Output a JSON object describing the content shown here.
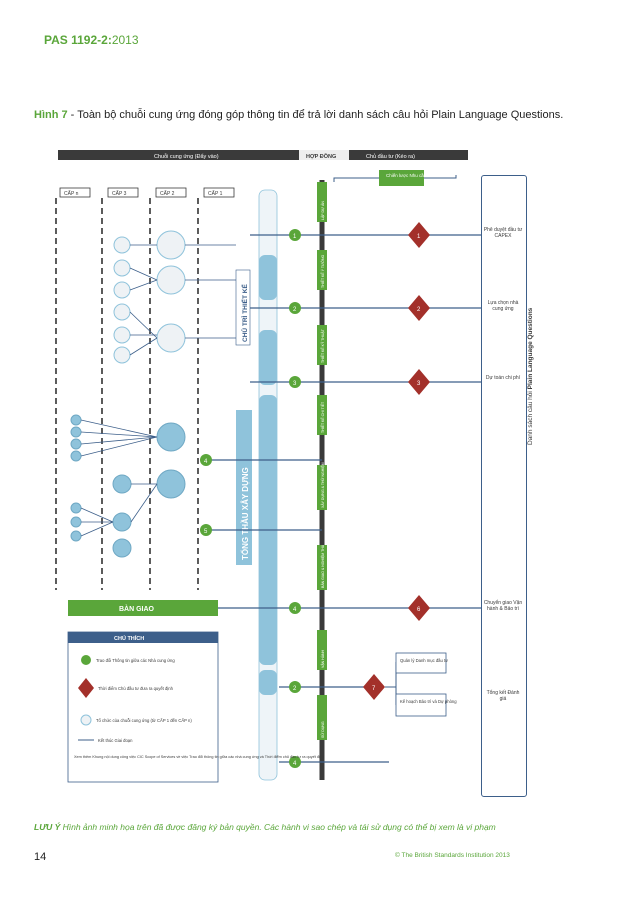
{
  "header": {
    "code": "PAS 1192-2:",
    "year": "2013"
  },
  "caption": {
    "figure": "Hình 7",
    "text": " - Toàn bộ chuỗi cung ứng đóng góp thông tin để trả lời danh sách câu hỏi Plain Language Questions."
  },
  "diagram": {
    "top_bar": {
      "left": "Chuỗi cung ứng (Đẩy vào)",
      "middle": "HỢP ĐỒNG",
      "right": "Chủ đầu tư (Kéo ra)"
    },
    "tiers": [
      "CẤP n",
      "CẤP 3",
      "CẤP 2",
      "CẤP 1"
    ],
    "strategy_box": "Chiến lược\nNhu cầu",
    "design_label": "CHỦ TRÌ THIẾT KẾ",
    "contractor_label": "TỔNG THẦU XÂY DỰNG",
    "handover": "BÀN GIAO",
    "phases": [
      "LẬP DỰ ÁN",
      "THIẾT KẾ Ý TƯỞNG",
      "THIẾT KẾ KỸ THUẬT",
      "THIẾT KẾ CHI TIẾT",
      "XÂY DỰNG & THỬ NGHIỆM",
      "BÀN GIAO & NGHIỆM THU",
      "VẬN HÀNH",
      "SỬ DỤNG"
    ],
    "exchanges": [
      "1",
      "2",
      "3",
      "4",
      "5",
      "4",
      "2",
      "4"
    ],
    "decisions": [
      "1",
      "2",
      "3",
      "6",
      "7"
    ],
    "right_items": [
      "Phê duyệt đầu tư CAPEX",
      "Lựa chọn nhà cung ứng",
      "Dự toán chi phí",
      "Chuyển giao Vận hành & Bảo trì",
      "Tổng kết Đánh giá"
    ],
    "right_panel": {
      "line1": "Danh sách câu hỏi",
      "line2": "Plain Language Questions"
    },
    "mid_boxes": [
      "Quản lý Danh mục đầu tư",
      "Kế hoạch Bảo trì và Dự phòng"
    ],
    "legend": {
      "title": "CHÚ THÍCH",
      "item1": "Trao đổi Thông tin giữa các Nhà cung ứng",
      "item2": "Thời điểm Chủ đầu tư đưa ra quyết định",
      "item3": "Tổ chức của chuỗi cung ứng (từ CẤP 1 đến CẤP n)",
      "item4": "Kết thúc Giai đoạn",
      "item5": "Xem thêm Khung nội dung công việc CIC Scope of Services về việc Trao đổi thông tin giữa các nhà cung ứng và Thời điểm chủ đầu tư ra quyết định"
    },
    "colors": {
      "green": "#5aa63a",
      "blue": "#8fc3db",
      "navy": "#3d5f8a",
      "red": "#a3302a",
      "dark": "#3a3a3a"
    }
  },
  "note": {
    "label": "LƯU Ý",
    "text": " Hình ảnh minh họa trên đã được đăng ký bản quyền. Các hành vi sao chép và tái sử dụng có thể bị xem là vi phạm"
  },
  "footer": {
    "page": "14",
    "copyright": "© The British Standards Institution   2013"
  }
}
